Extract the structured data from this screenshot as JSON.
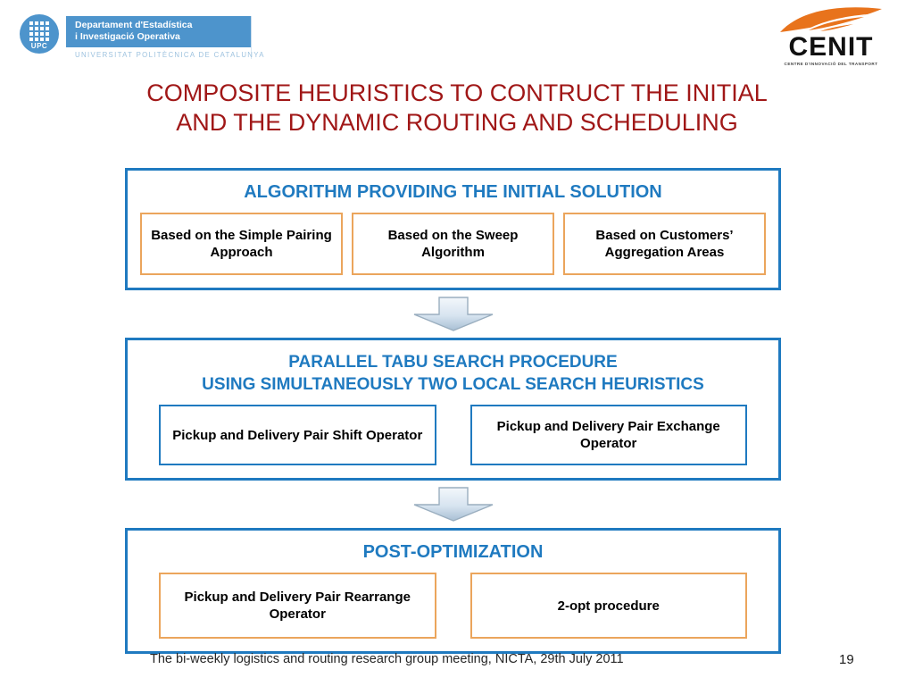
{
  "header": {
    "upc": {
      "mark_label": "UPC",
      "department_line1": "Departament d'Estadística",
      "department_line2": "i Investigació Operativa",
      "university_line": "UNIVERSITAT POLITÈCNICA DE CATALUNYA"
    },
    "cenit": {
      "wordmark": "CENIT",
      "tagline": "CENTRE D'INNOVACIÓ DEL TRANSPORT"
    }
  },
  "title": {
    "line1": "COMPOSITE HEURISTICS TO CONTRUCT THE INITIAL",
    "line2": "AND THE DYNAMIC ROUTING AND SCHEDULING"
  },
  "flow": {
    "stages": [
      {
        "heading": "ALGORITHM PROVIDING THE INITIAL SOLUTION",
        "boxes": [
          {
            "text": "Based on the Simple Pairing Approach"
          },
          {
            "text": "Based on the Sweep Algorithm"
          },
          {
            "text": "Based on Customers’ Aggregation Areas"
          }
        ]
      },
      {
        "heading_line1": "PARALLEL TABU SEARCH PROCEDURE",
        "heading_line2": "USING SIMULTANEOUSLY TWO LOCAL SEARCH HEURISTICS",
        "boxes": [
          {
            "text": "Pickup and Delivery Pair Shift Operator"
          },
          {
            "text": "Pickup and Delivery Pair Exchange Operator"
          }
        ]
      },
      {
        "heading": "POST-OPTIMIZATION",
        "boxes": [
          {
            "text": "Pickup and Delivery Pair Rearrange Operator"
          },
          {
            "text": "2-opt procedure"
          }
        ]
      }
    ],
    "connector_icon": "down-arrow-icon"
  },
  "footer": {
    "note": "The bi-weekly logistics and routing research group meeting, NICTA, 29th July 2011",
    "page_number": "19"
  },
  "colors": {
    "title_red": "#a01717",
    "heading_blue": "#1f7ac0",
    "box_border_blue": "#1f7ac0",
    "box_border_orange": "#eba55c",
    "upc_blue": "#4d94cc",
    "cenit_orange": "#e8731c"
  }
}
